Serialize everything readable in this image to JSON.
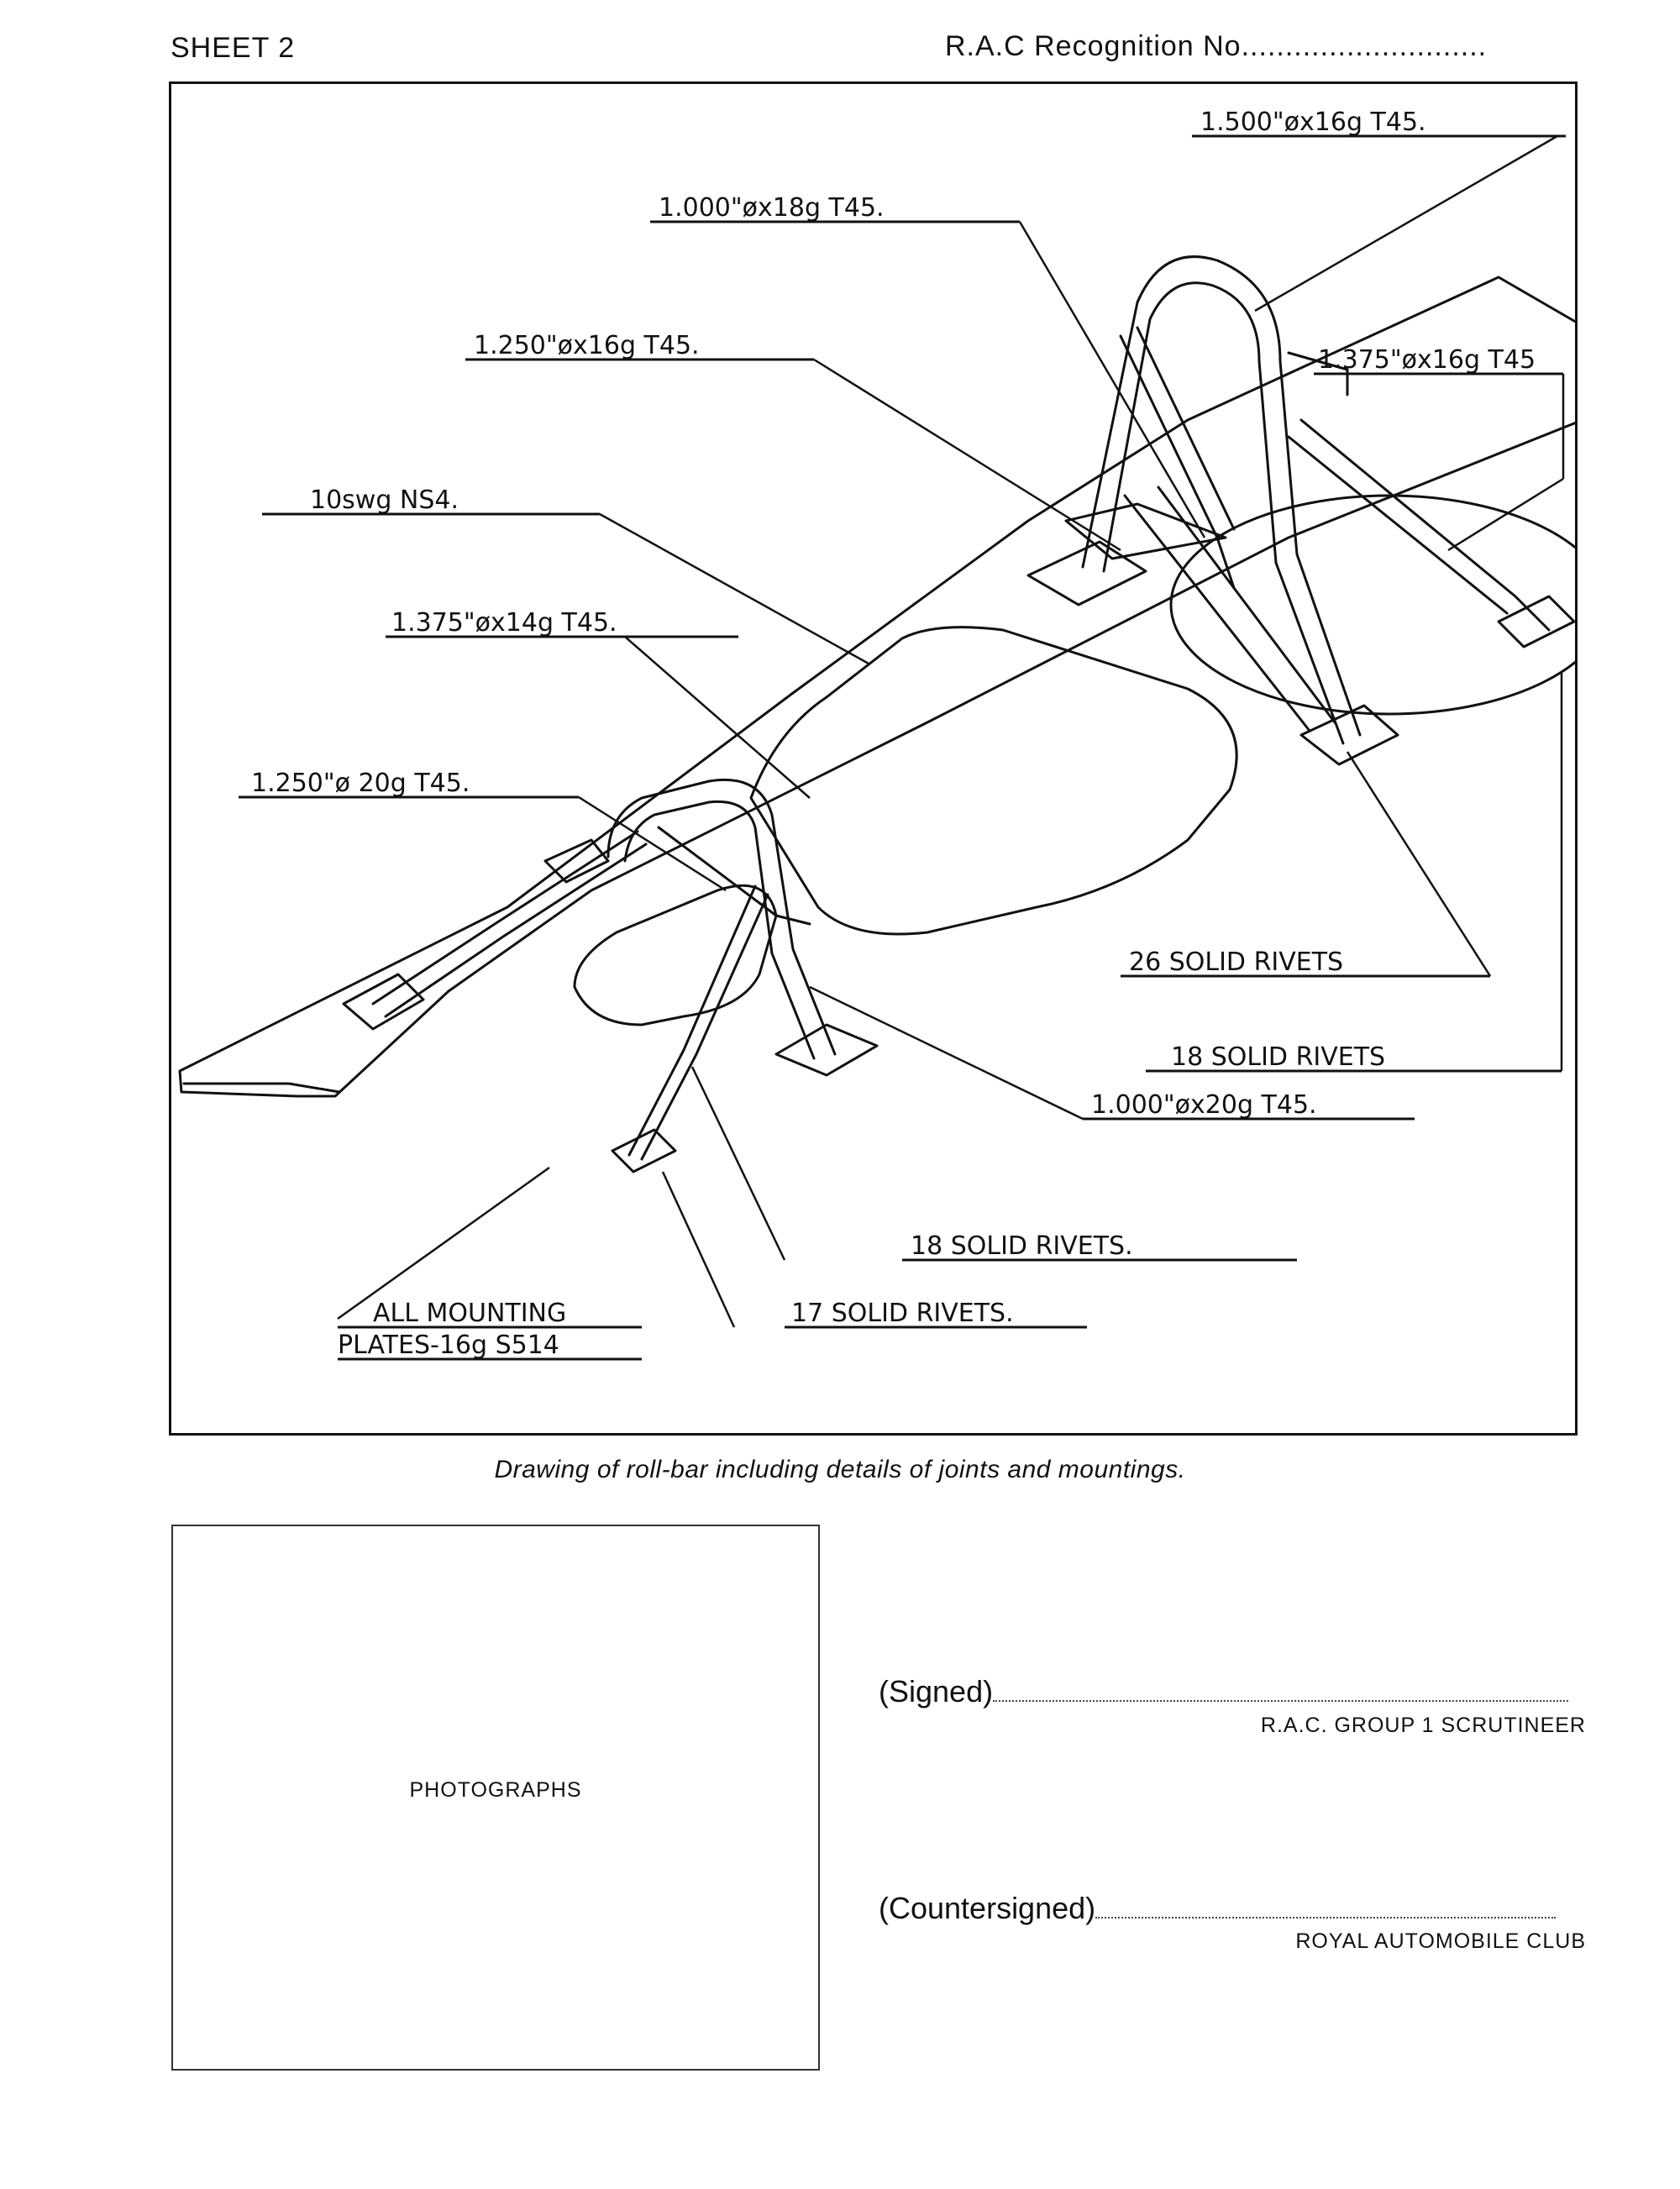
{
  "header": {
    "sheet": "SHEET 2",
    "recognition_label": "R.A.C Recognition No",
    "recognition_dots": "............................"
  },
  "drawing": {
    "labels": [
      "1.500\"øx16g T45.",
      "1.000\"øx18g T45.",
      "1.250\"øx16g T45.",
      "1.375\"øx16g T45",
      "10swg NS4.",
      "1.375\"øx14g T45.",
      "1.250\"ø 20g T45.",
      "26 SOLID RIVETS",
      "18 SOLID RIVETS",
      "1.000\"øx20g T45.",
      "18 SOLID RIVETS.",
      "17 SOLID RIVETS.",
      "ALL MOUNTING",
      "PLATES-16g S514"
    ]
  },
  "caption": "Drawing of roll-bar including details of joints and mountings.",
  "photographs": {
    "label": "PHOTOGRAPHS"
  },
  "signatures": {
    "signed_label": "(Signed)",
    "signed_role": "R.A.C. GROUP 1 SCRUTINEER",
    "countersigned_label": "(Countersigned)",
    "countersigned_role": "ROYAL AUTOMOBILE CLUB"
  }
}
